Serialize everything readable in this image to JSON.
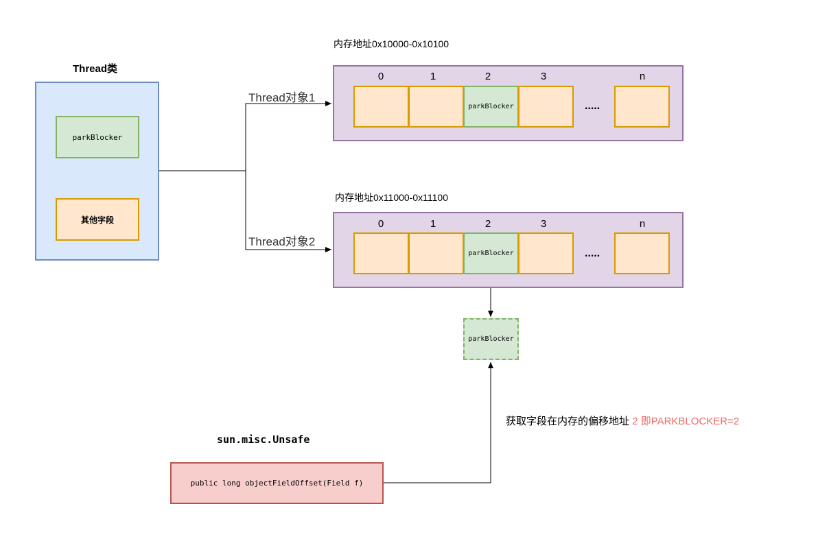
{
  "thread_class": {
    "title": "Thread类",
    "field_park_blocker": "parkBlocker",
    "field_other": "其他字段"
  },
  "objects": [
    {
      "edge_label": "Thread对象1",
      "memory_label": "内存地址0x10000-0x10100",
      "indices": [
        "0",
        "1",
        "2",
        "3",
        "n"
      ],
      "park_blocker_cell": "parkBlocker",
      "ellipsis": "....."
    },
    {
      "edge_label": "Thread对象2",
      "memory_label": "内存地址0x11000-0x11100",
      "indices": [
        "0",
        "1",
        "2",
        "3",
        "n"
      ],
      "park_blocker_cell": "parkBlocker",
      "ellipsis": "....."
    }
  ],
  "extracted_field": "parkBlocker",
  "unsafe": {
    "title": "sun.misc.Unsafe",
    "method": "public long objectFieldOffset(Field f)"
  },
  "offset_note": {
    "text": "获取字段在内存的偏移地址",
    "highlight": "2 即PARKBLOCKER=2",
    "highlight_color": "#ea6b66"
  },
  "colors": {
    "class_fill": "#dae8fc",
    "class_stroke": "#6c8ebf",
    "memory_fill": "#e1d5e7",
    "memory_stroke": "#9673a6",
    "cell_fill": "#ffe6cc",
    "cell_stroke": "#d79b00",
    "green_fill": "#d5e8d4",
    "green_stroke": "#82b366",
    "unsafe_fill": "#f8cecc",
    "unsafe_stroke": "#b85450"
  }
}
